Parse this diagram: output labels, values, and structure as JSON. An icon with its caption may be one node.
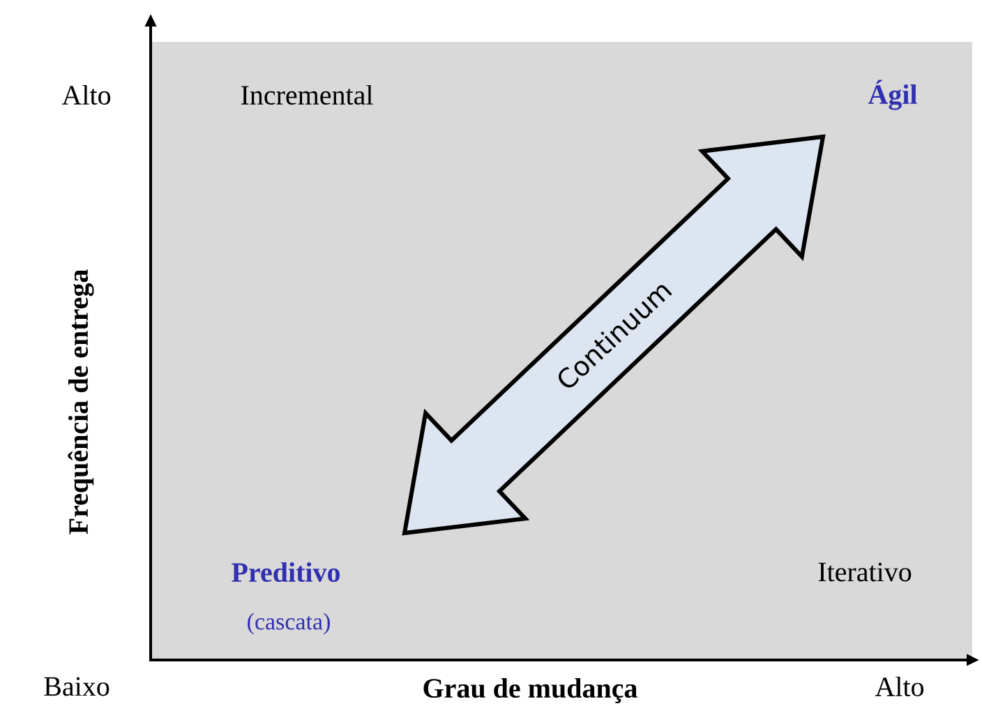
{
  "diagram": {
    "labels": [
      "Alto",
      "Incremental",
      "Ágil",
      "Frequência de entrega",
      "Continuum",
      "Preditivo",
      "Iterativo",
      "(cascata)",
      "Baixo",
      "Grau de mudança",
      "Alto"
    ]
  }
}
